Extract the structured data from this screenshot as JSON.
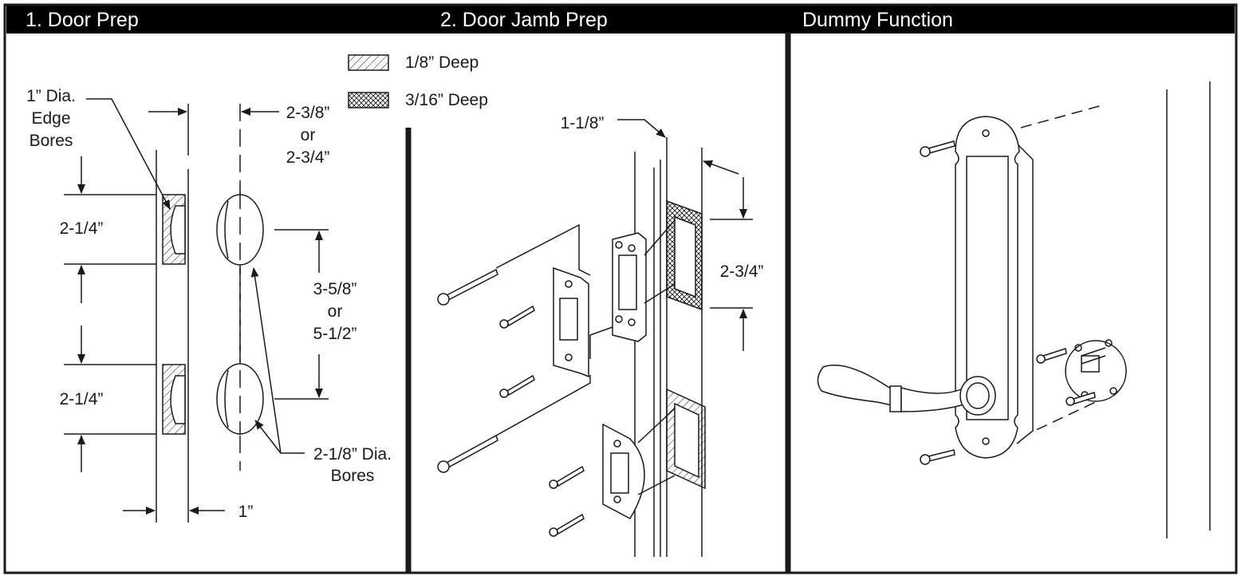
{
  "panels": {
    "door_prep": {
      "title": "1. Door Prep",
      "edge_bores_label": [
        "1” Dia.",
        "Edge",
        "Bores"
      ],
      "backset_label": [
        "2-3/8”",
        "or",
        "2-3/4”"
      ],
      "spacing_top": "2-1/4”",
      "spacing_bottom": "2-1/4”",
      "center_spacing_label": [
        "3-5/8”",
        "or",
        "5-1/2”"
      ],
      "bores_label": [
        "2-1/8” Dia.",
        "Bores"
      ],
      "width_label": "1”"
    },
    "jamb_prep": {
      "title": "2. Door Jamb Prep",
      "legend": [
        {
          "label": "1/8” Deep",
          "pattern": "single-hatch"
        },
        {
          "label": "3/16” Deep",
          "pattern": "cross-hatch"
        }
      ],
      "depth_label": "1-1/8”",
      "height_label": "2-3/4”"
    },
    "dummy": {
      "title": "Dummy Function"
    }
  },
  "colors": {
    "header_bg": "#000000",
    "header_text": "#ffffff",
    "line": "#1a1a1a"
  }
}
